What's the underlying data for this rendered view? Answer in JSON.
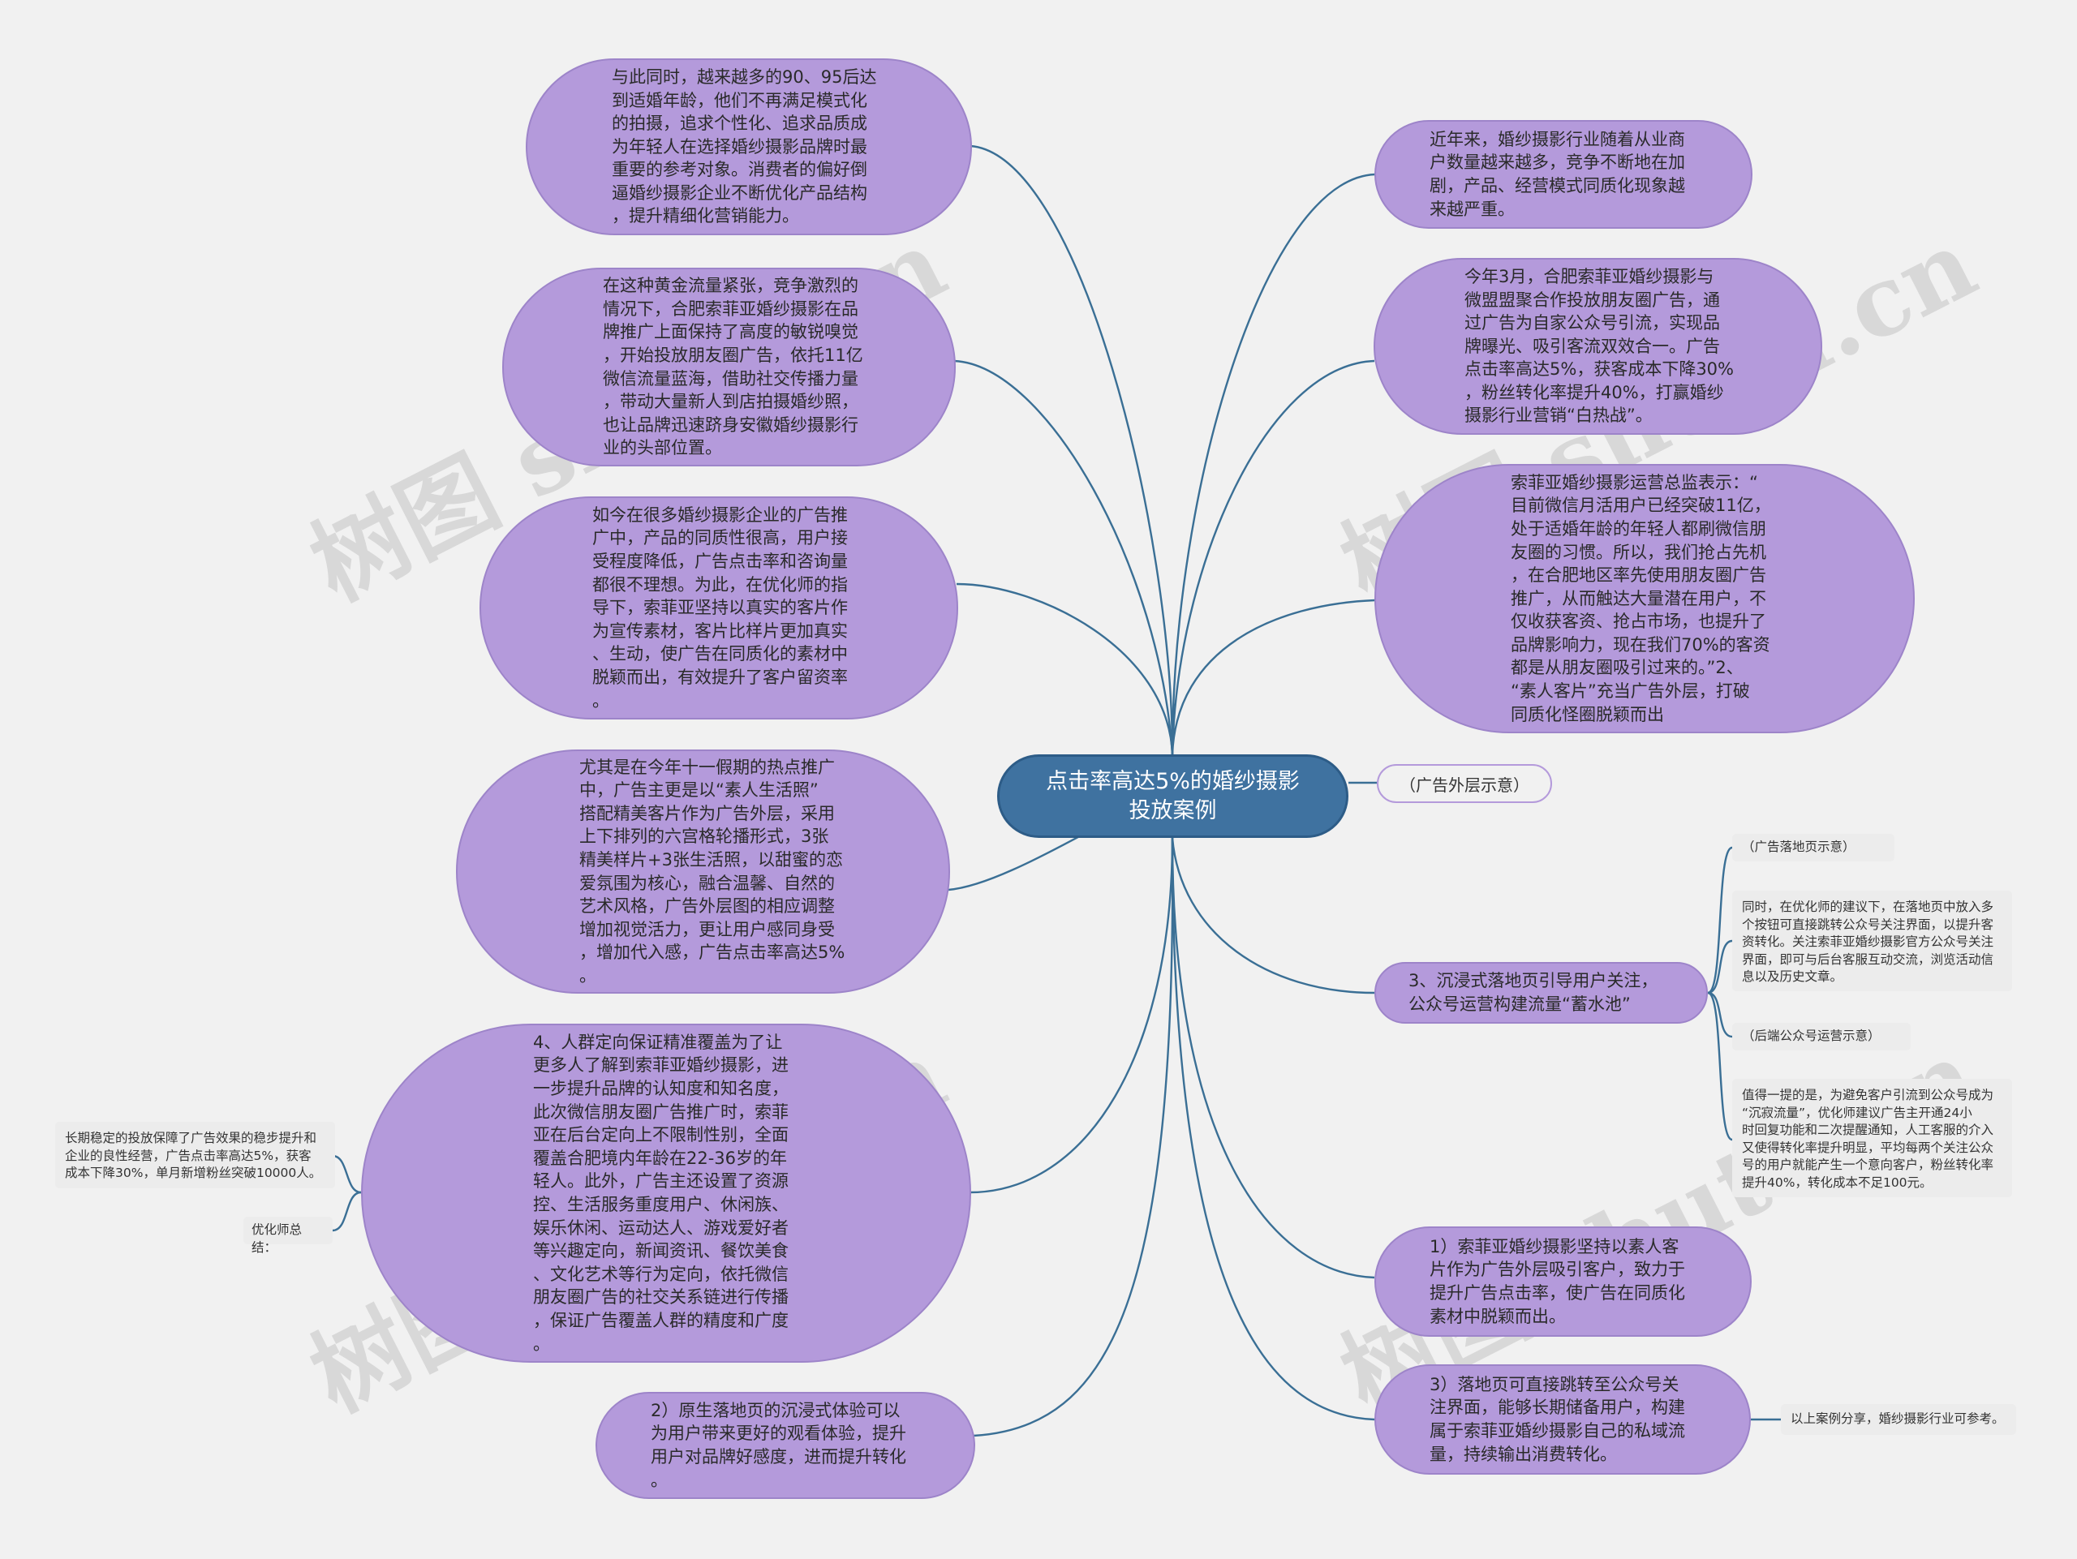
{
  "center": {
    "title": "点击率高达5%的婚纱摄影\n投放案例"
  },
  "left_nodes": [
    {
      "id": "l1",
      "text": "与此同时，越来越多的90、95后达\n到适婚年龄，他们不再满足模式化\n的拍摄，追求个性化、追求品质成\n为年轻人在选择婚纱摄影品牌时最\n重要的参考对象。消费者的偏好倒\n逼婚纱摄影企业不断优化产品结构\n，提升精细化营销能力。"
    },
    {
      "id": "l2",
      "text": "在这种黄金流量紧张，竞争激烈的\n情况下，合肥索菲亚婚纱摄影在品\n牌推广上面保持了高度的敏锐嗅觉\n，开始投放朋友圈广告，依托11亿\n微信流量蓝海，借助社交传播力量\n，带动大量新人到店拍摄婚纱照，\n也让品牌迅速跻身安徽婚纱摄影行\n业的头部位置。"
    },
    {
      "id": "l3",
      "text": "如今在很多婚纱摄影企业的广告推\n广中，产品的同质性很高，用户接\n受程度降低，广告点击率和咨询量\n都很不理想。为此，在优化师的指\n导下，索菲亚坚持以真实的客片作\n为宣传素材，客片比样片更加真实\n、生动，使广告在同质化的素材中\n脱颖而出，有效提升了客户留资率\n。"
    },
    {
      "id": "l4",
      "text": "尤其是在今年十一假期的热点推广\n中，广告主更是以“素人生活照”\n搭配精美客片作为广告外层，采用\n上下排列的六宫格轮播形式，3张\n精美样片+3张生活照，以甜蜜的恋\n爱氛围为核心，融合温馨、自然的\n艺术风格，广告外层图的相应调整\n增加视觉活力，更让用户感同身受\n，增加代入感，广告点击率高达5%\n。"
    },
    {
      "id": "l5",
      "text": "4、人群定向保证精准覆盖为了让\n更多人了解到索菲亚婚纱摄影，进\n一步提升品牌的认知度和知名度，\n此次微信朋友圈广告推广时，索菲\n亚在后台定向上不限制性别，全面\n覆盖合肥境内年龄在22-36岁的年\n轻人。此外，广告主还设置了资源\n控、生活服务重度用户、休闲族、\n娱乐休闲、运动达人、游戏爱好者\n等兴趣定向，新闻资讯、餐饮美食\n、文化艺术等行为定向，依托微信\n朋友圈广告的社交关系链进行传播\n，保证广告覆盖人群的精度和广度\n。"
    },
    {
      "id": "l6",
      "text": "2）原生落地页的沉浸式体验可以\n为用户带来更好的观看体验，提升\n用户对品牌好感度，进而提升转化\n。"
    }
  ],
  "right_nodes": [
    {
      "id": "r1",
      "text": "近年来，婚纱摄影行业随着从业商\n户数量越来越多，竞争不断地在加\n剧，产品、经营模式同质化现象越\n来越严重。"
    },
    {
      "id": "r2",
      "text": "今年3月，合肥索菲亚婚纱摄影与\n微盟盟聚合作投放朋友圈广告，通\n过广告为自家公众号引流，实现品\n牌曝光、吸引客流双效合一。广告\n点击率高达5%，获客成本下降30%\n，粉丝转化率提升40%，打赢婚纱\n摄影行业营销“白热战”。"
    },
    {
      "id": "r3",
      "text": "索菲亚婚纱摄影运营总监表示：“\n目前微信月活用户已经突破11亿，\n处于适婚年龄的年轻人都刷微信朋\n友圈的习惯。所以，我们抢占先机\n，在合肥地区率先使用朋友圈广告\n推广，从而触达大量潜在用户，不\n仅收获客资、抢占市场，也提升了\n品牌影响力，现在我们70%的客资\n都是从朋友圈吸引过来的。”2、\n“素人客片”充当广告外层，打破\n同质化怪圈脱颖而出"
    },
    {
      "id": "r4",
      "text": "（广告外层示意）"
    },
    {
      "id": "r5",
      "text": "3、沉浸式落地页引导用户关注，\n公众号运营构建流量“蓄水池”"
    },
    {
      "id": "r6",
      "text": "1）索菲亚婚纱摄影坚持以素人客\n片作为广告外层吸引客户，致力于\n提升广告点击率，使广告在同质化\n素材中脱颖而出。"
    },
    {
      "id": "r7",
      "text": "3）落地页可直接跳转至公众号关\n注界面，能够长期储备用户，构建\n属于索菲亚婚纱摄影自己的私域流\n量，持续输出消费转化。"
    }
  ],
  "sub_nodes": {
    "landing_label": "（广告落地页示意）",
    "landing_text": "同时，在优化师的建议下，在落地页中放入多\n个按钮可直接跳转公众号关注界面，以提升客\n资转化。关注索菲亚婚纱摄影官方公众号关注\n界面，即可与后台客服互动交流，浏览活动信\n息以及历史文章。",
    "backend_label": "（后端公众号运营示意）",
    "backend_text": "值得一提的是，为避免客户引流到公众号成为\n“沉寂流量”，优化师建议广告主开通24小\n时回复功能和二次提醒通知，人工客服的介入\n又使得转化率提升明显，平均每两个关注公众\n号的用户就能产生一个意向客户，粉丝转化率\n提升40%，转化成本不足100元。",
    "summary_label": "优化师总结：",
    "summary_text": "长期稳定的投放保障了广告效果的稳步提升和\n企业的良性经营，广告点击率高达5%，获客\n成本下降30%，单月新增粉丝突破10000人。",
    "closing_text": "以上案例分享，婚纱摄影行业可参考。"
  },
  "watermark": {
    "text": "树图 shutu.cn"
  },
  "colors": {
    "node": "#b49adb",
    "center": "#3f72a0",
    "line": "#3a6f95",
    "background": "#f1f1f1"
  }
}
